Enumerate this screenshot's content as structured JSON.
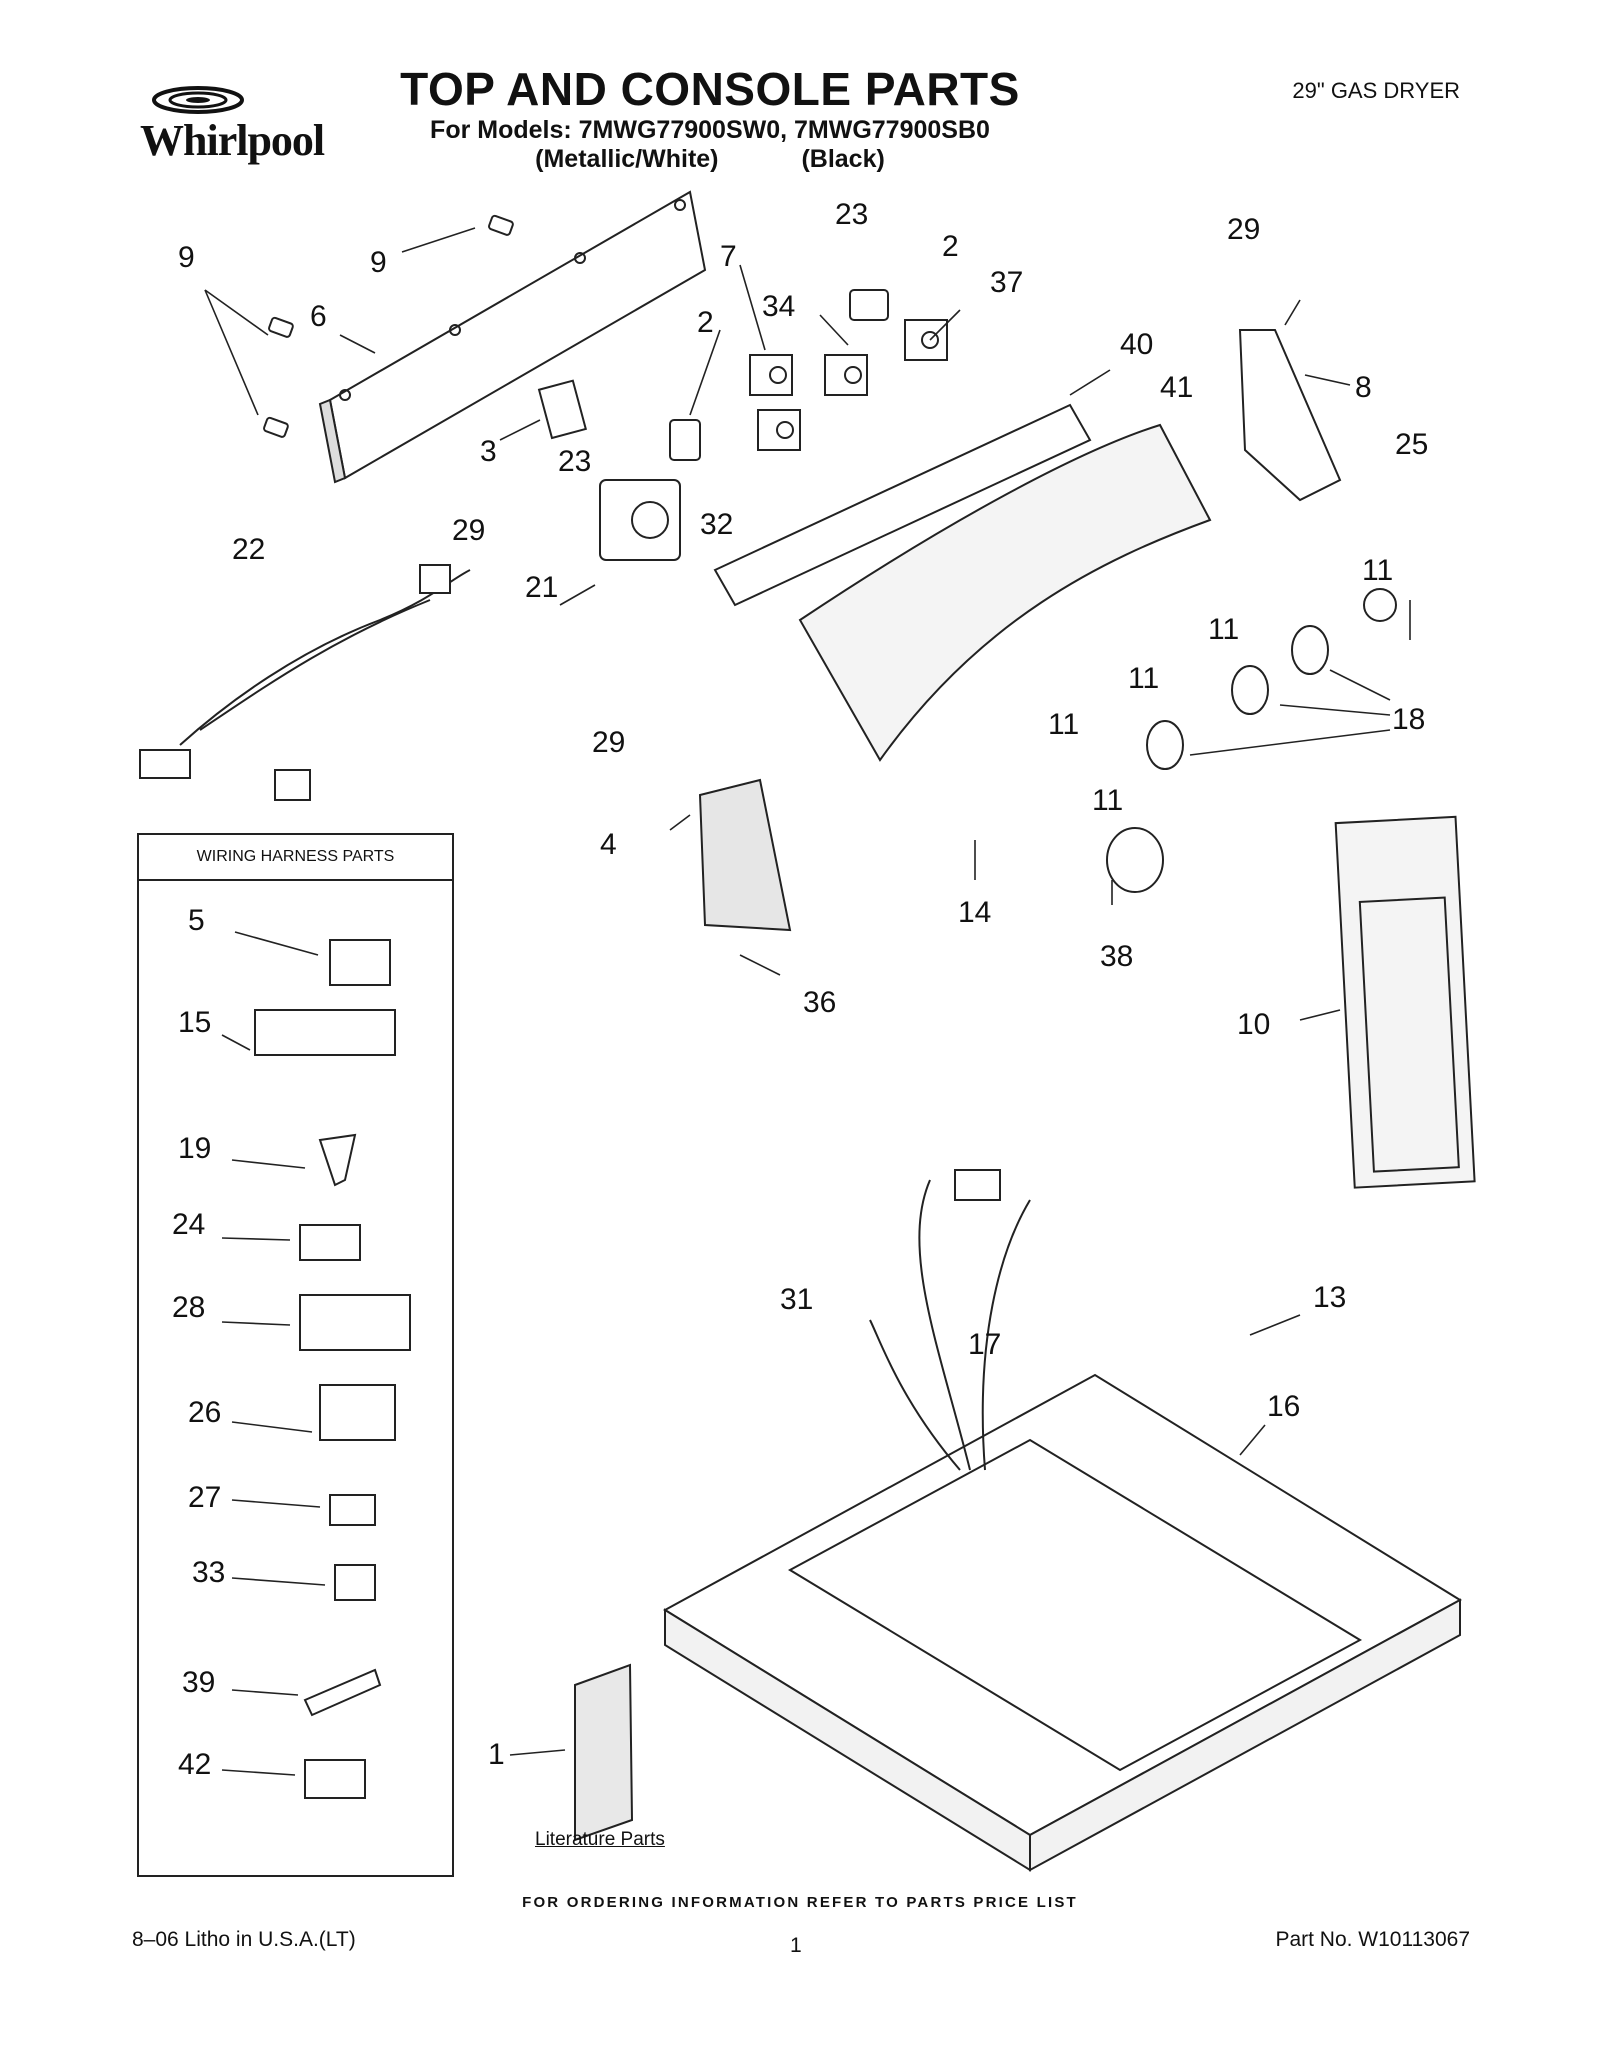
{
  "header": {
    "brand": "Whirlpool",
    "title": "TOP AND CONSOLE PARTS",
    "models": "For Models: 7MWG77900SW0, 7MWG77900SB0",
    "variant_left": "(Metallic/White)",
    "variant_right": "(Black)",
    "product": "29\" GAS DRYER"
  },
  "harness_panel": {
    "title": "WIRING HARNESS PARTS"
  },
  "callouts": {
    "c1": "1",
    "c2a": "2",
    "c2b": "2",
    "c3": "3",
    "c4": "4",
    "c5": "5",
    "c6": "6",
    "c7": "7",
    "c8": "8",
    "c9a": "9",
    "c9b": "9",
    "c10": "10",
    "c11a": "11",
    "c11b": "11",
    "c11c": "11",
    "c11d": "11",
    "c11e": "11",
    "c13": "13",
    "c14": "14",
    "c15": "15",
    "c16": "16",
    "c17": "17",
    "c18": "18",
    "c19": "19",
    "c21": "21",
    "c22": "22",
    "c23a": "23",
    "c23b": "23",
    "c24": "24",
    "c25": "25",
    "c26": "26",
    "c27": "27",
    "c28": "28",
    "c29a": "29",
    "c29b": "29",
    "c29c": "29",
    "c31": "31",
    "c32": "32",
    "c33": "33",
    "c34": "34",
    "c36": "36",
    "c37": "37",
    "c38": "38",
    "c39": "39",
    "c40": "40",
    "c41": "41",
    "c42": "42"
  },
  "literature_label": "Literature Parts",
  "footer": {
    "note": "FOR ORDERING INFORMATION REFER TO PARTS PRICE LIST",
    "litho": "8–06 Litho in U.S.A.(LT)",
    "page": "1",
    "part_no": "Part No. W10113067"
  }
}
